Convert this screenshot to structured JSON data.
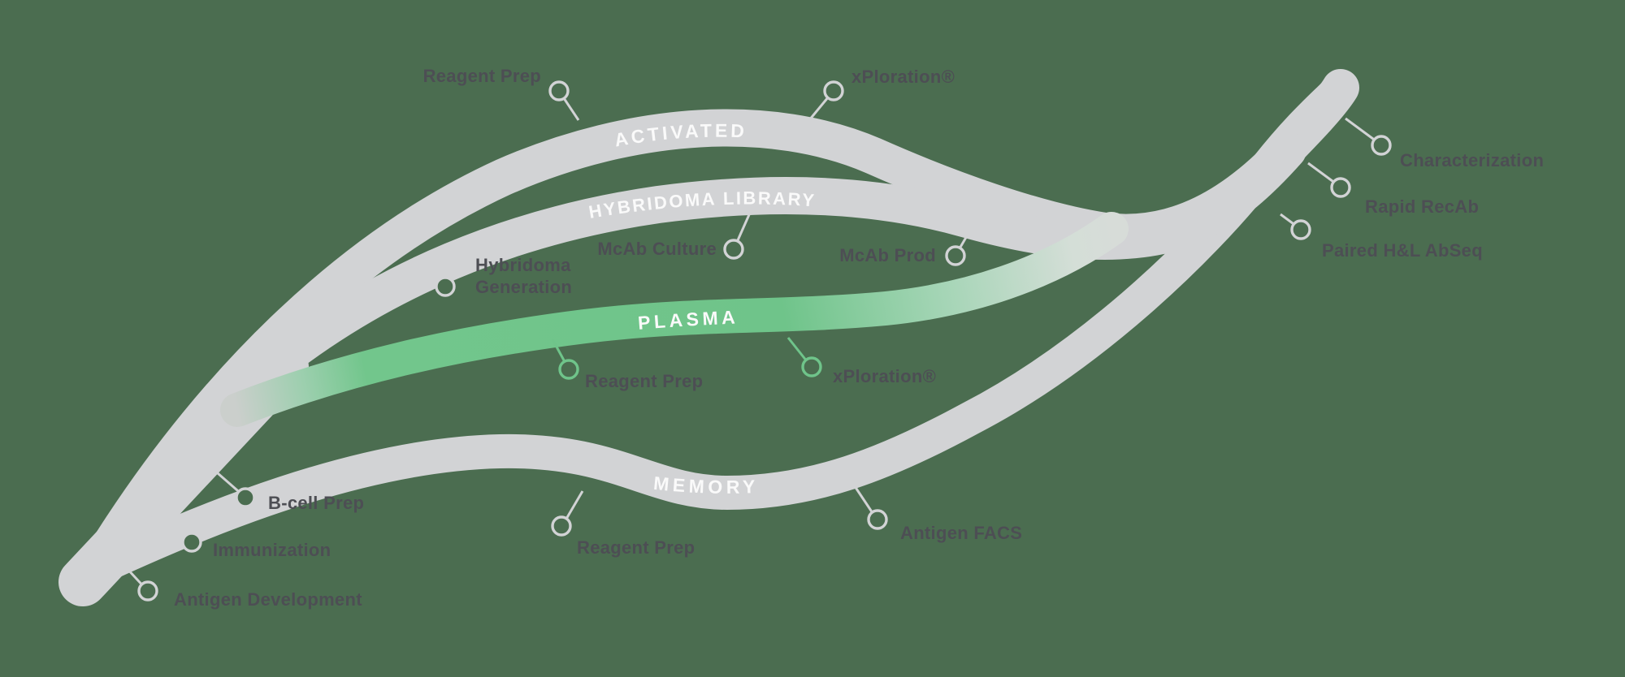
{
  "figure": {
    "description": "Antibody discovery B-cell pathway leaf diagram",
    "background_color": "#4b6d50",
    "ribbon_color": "#d2d3d5",
    "accent_green": "#6fc48a",
    "band_text_color": "#fafafa",
    "label_color": "#4d4e54"
  },
  "bands": {
    "activated": {
      "label": "ACTIVATED"
    },
    "hybridoma_library": {
      "label": "HYBRIDOMA LIBRARY"
    },
    "plasma": {
      "label": "PLASMA"
    },
    "memory": {
      "label": "MEMORY"
    }
  },
  "callouts": {
    "reagent_prep_top": {
      "label": "Reagent Prep"
    },
    "xploration_top": {
      "label": "xPloration®"
    },
    "characterization": {
      "label": "Characterization"
    },
    "rapid_recab": {
      "label": "Rapid RecAb"
    },
    "paired_hl_abseq": {
      "label": "Paired H&L AbSeq"
    },
    "mcab_culture": {
      "label": "McAb Culture"
    },
    "mcab_prod": {
      "label": "McAb Prod"
    },
    "hybridoma_generation": {
      "label": "Hybridoma Generation",
      "line1": "Hybridoma",
      "line2": "Generation"
    },
    "plasma_reagent_prep": {
      "label": "Reagent Prep"
    },
    "plasma_xploration": {
      "label": "xPloration®"
    },
    "memory_reagent_prep": {
      "label": "Reagent Prep"
    },
    "antigen_facs": {
      "label": "Antigen FACS"
    },
    "bcell_prep": {
      "label": "B-cell Prep"
    },
    "immunization": {
      "label": "Immunization"
    },
    "antigen_development": {
      "label": "Antigen Development"
    }
  }
}
